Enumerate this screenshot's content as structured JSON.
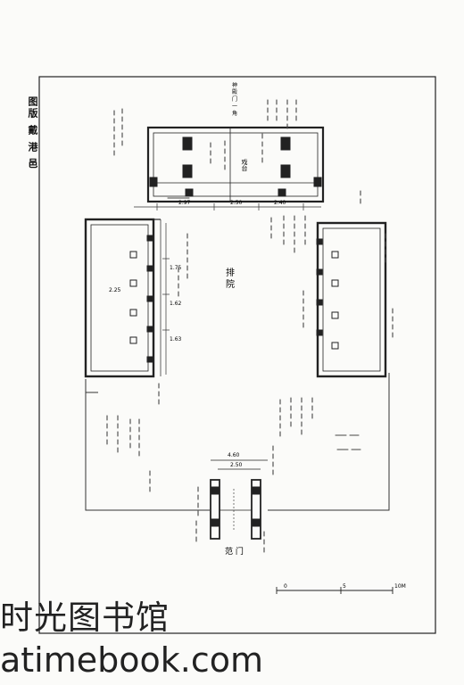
{
  "plate": {
    "label": "图版 戴 港 邑"
  },
  "plan": {
    "central_label": "排 院",
    "gate_label": "范 门",
    "north_notes": [
      "戏台",
      "神 殿 门 一 角"
    ],
    "dim_top": [
      "2.97",
      "2.50",
      "2.40"
    ],
    "dim_left": [
      "2.25",
      "1.75",
      "1.62",
      "1.63"
    ],
    "dim_gate": [
      "4.60",
      "2.50"
    ],
    "scale_marks": [
      "0",
      "5",
      "10M"
    ]
  },
  "watermark": {
    "line1": "时光图书馆",
    "line2": "atimebook.com"
  }
}
